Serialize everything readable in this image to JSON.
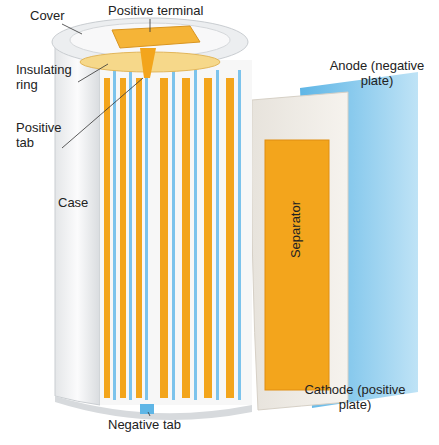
{
  "diagram": {
    "labels": [
      "Cover",
      "Positive terminal",
      "Insulating ring",
      "Positive tab",
      "Case",
      "Anode (negative plate)",
      "Separator",
      "Cathode (positive plate)",
      "Negative tab"
    ]
  }
}
